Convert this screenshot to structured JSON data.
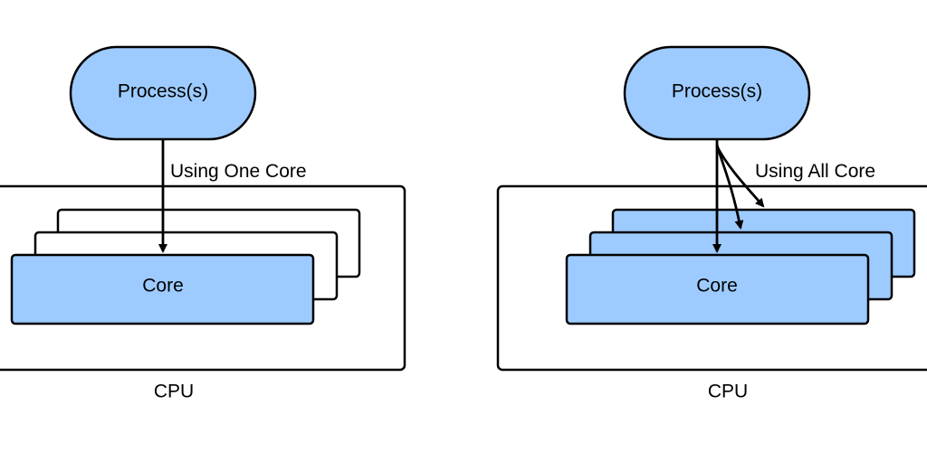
{
  "colors": {
    "node_fill": "#9dcbff",
    "stroke": "#000000",
    "background": "#ffffff"
  },
  "left": {
    "process_label": "Process(s)",
    "arrow_label": "Using One Core",
    "core_label": "Core",
    "cpu_label": "CPU"
  },
  "right": {
    "process_label": "Process(s)",
    "arrow_label": "Using All Core",
    "core_label": "Core",
    "cpu_label": "CPU"
  }
}
